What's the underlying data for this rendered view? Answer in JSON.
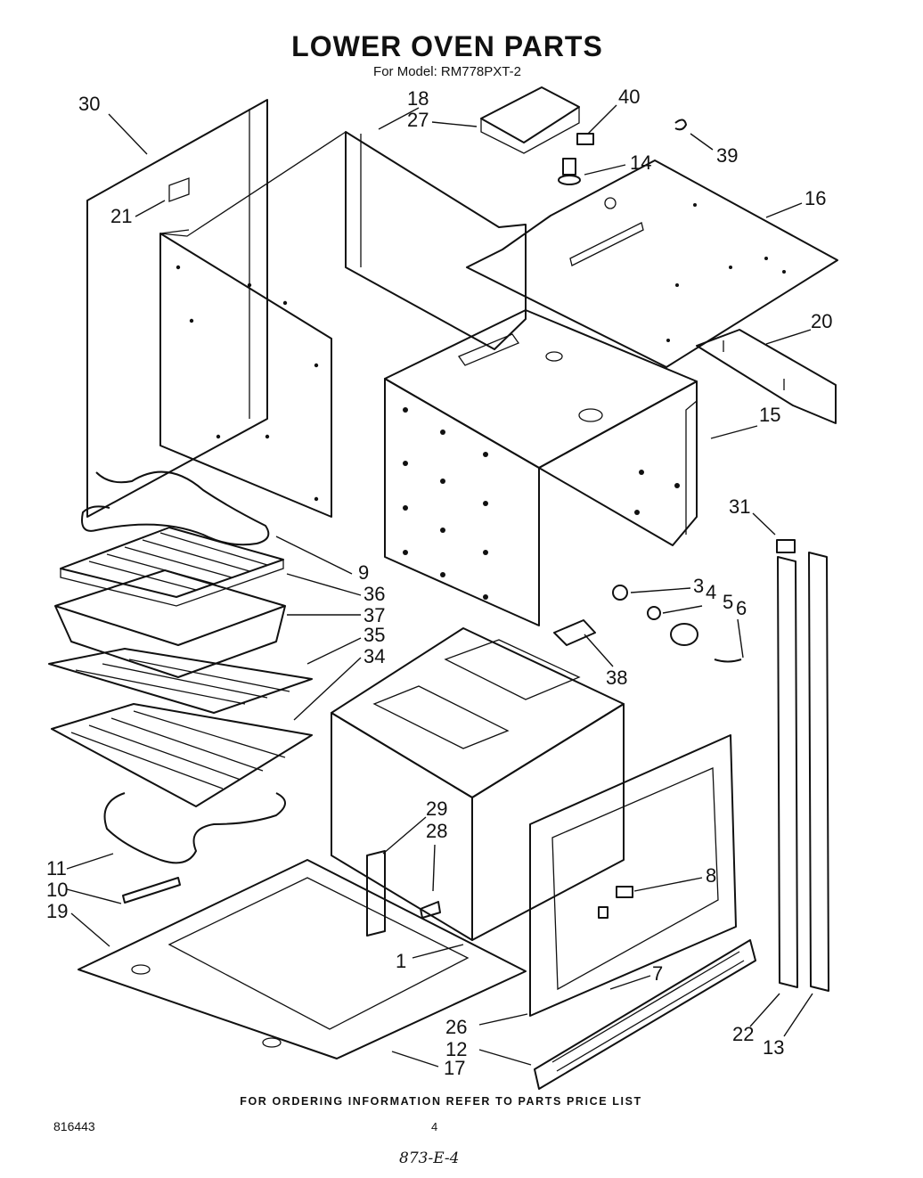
{
  "title": "LOWER OVEN PARTS",
  "subtitle": "For Model: RM778PXT-2",
  "footer": "FOR ORDERING INFORMATION REFER TO PARTS PRICE LIST",
  "code": "816443",
  "page_number": "4",
  "handwritten_note": "873-E-4",
  "callouts": [
    "30",
    "18",
    "27",
    "40",
    "14",
    "39",
    "16",
    "21",
    "20",
    "15",
    "31",
    "9",
    "36",
    "37",
    "35",
    "34",
    "3",
    "4",
    "5",
    "6",
    "38",
    "29",
    "28",
    "11",
    "10",
    "19",
    "8",
    "1",
    "7",
    "26",
    "12",
    "17",
    "22",
    "13"
  ]
}
